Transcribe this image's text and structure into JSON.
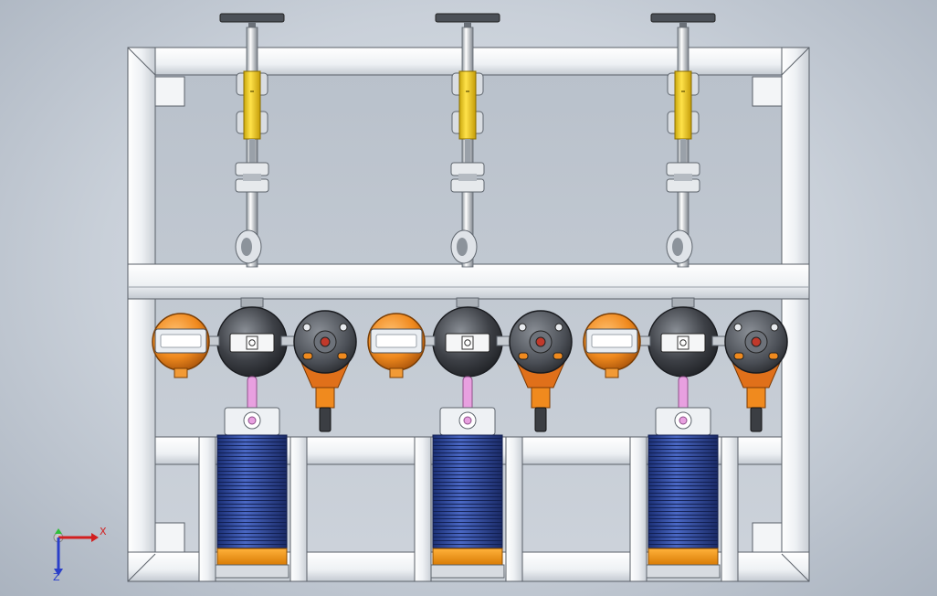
{
  "viewport": {
    "background_colors": {
      "center": "#dde3ea",
      "edge": "#aab3bf"
    },
    "view_orientation": "front"
  },
  "model": {
    "units": 3,
    "frame_color": "#f2f4f6",
    "inner_panel_color": "#c5ccd5",
    "colors": {
      "flowmeter_body": "#f4d21a",
      "pressure_gauge_orange": "#f08a1e",
      "valve_body_orange": "#e0701a",
      "tube_pink": "#e8a0e0",
      "coil_blue": "#2e4aa0",
      "filter_base_orange": "#f39c12",
      "gauge_dark": "#3d4046",
      "steel": "#cfd4da"
    },
    "components_per_unit": [
      "top-handwheel",
      "vertical-pipe",
      "yellow-flow-indicator",
      "pipe-union",
      "elbow-fitting",
      "orange-pressure-gauge",
      "central-dark-gauge",
      "dial-valve",
      "orange-valve-body",
      "pink-tube",
      "blue-coil-filter"
    ]
  },
  "triad": {
    "x_label": "X",
    "z_label": "Z",
    "x_color": "#d21f1f",
    "y_color": "#2fbf3a",
    "z_color": "#2a3fc9"
  }
}
